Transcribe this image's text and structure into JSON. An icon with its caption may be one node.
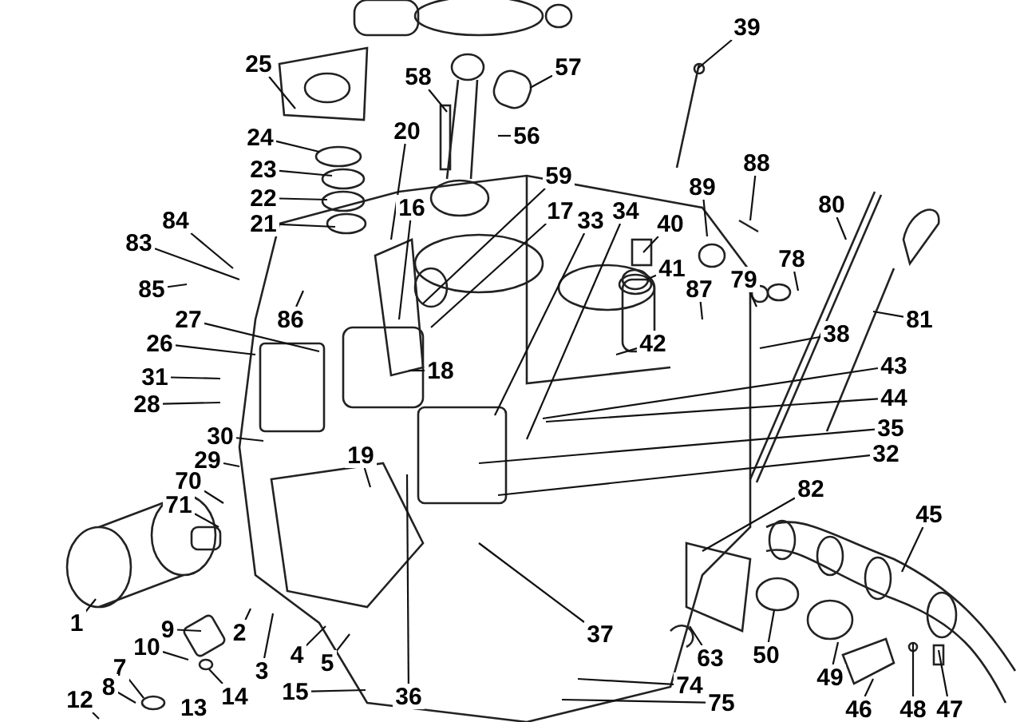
{
  "diagram": {
    "nodes": [
      {
        "text": [
          "39"
        ]
      },
      {
        "text": [
          "25"
        ]
      },
      {
        "text": [
          "57"
        ]
      },
      {
        "text": [
          "58"
        ]
      },
      {
        "text": [
          "20"
        ]
      },
      {
        "text": [
          "56"
        ]
      },
      {
        "text": [
          "24"
        ]
      },
      {
        "text": [
          "88"
        ]
      },
      {
        "text": [
          "23"
        ]
      },
      {
        "text": [
          "59"
        ]
      },
      {
        "text": [
          "89"
        ]
      },
      {
        "text": [
          "22"
        ]
      },
      {
        "text": [
          "80"
        ]
      },
      {
        "text": [
          "16"
        ]
      },
      {
        "text": [
          "17"
        ]
      },
      {
        "text": [
          "34"
        ]
      },
      {
        "text": [
          "84"
        ]
      },
      {
        "text": [
          "33"
        ]
      },
      {
        "text": [
          "21"
        ]
      },
      {
        "text": [
          "40"
        ]
      },
      {
        "text": [
          "83"
        ]
      },
      {
        "text": [
          "78"
        ]
      },
      {
        "text": [
          "41"
        ]
      },
      {
        "text": [
          "79"
        ]
      },
      {
        "text": [
          "85"
        ]
      },
      {
        "text": [
          "87"
        ]
      },
      {
        "text": [
          "86"
        ]
      },
      {
        "text": [
          "27"
        ]
      },
      {
        "text": [
          "81"
        ]
      },
      {
        "text": [
          "38"
        ]
      },
      {
        "text": [
          "42"
        ]
      },
      {
        "text": [
          "26"
        ]
      },
      {
        "text": [
          "43"
        ]
      },
      {
        "text": [
          "18"
        ]
      },
      {
        "text": [
          "31"
        ]
      },
      {
        "text": [
          "44"
        ]
      },
      {
        "text": [
          "28"
        ]
      },
      {
        "text": [
          "35"
        ]
      },
      {
        "text": [
          "30"
        ]
      },
      {
        "text": [
          "32"
        ]
      },
      {
        "text": [
          "19"
        ]
      },
      {
        "text": [
          "29"
        ]
      },
      {
        "text": [
          "70"
        ]
      },
      {
        "text": [
          "82"
        ]
      },
      {
        "text": [
          "71"
        ]
      },
      {
        "text": [
          "45"
        ]
      },
      {
        "text": [
          "1"
        ]
      },
      {
        "text": [
          "9"
        ]
      },
      {
        "text": [
          "37"
        ]
      },
      {
        "text": [
          "2"
        ]
      },
      {
        "text": [
          "10"
        ]
      },
      {
        "text": [
          "4"
        ]
      },
      {
        "text": [
          "50"
        ]
      },
      {
        "text": [
          "63"
        ]
      },
      {
        "text": [
          "5"
        ]
      },
      {
        "text": [
          "3"
        ]
      },
      {
        "text": [
          "7"
        ]
      },
      {
        "text": [
          "49"
        ]
      },
      {
        "text": [
          "74"
        ]
      },
      {
        "text": [
          "8"
        ]
      },
      {
        "text": [
          "15"
        ]
      },
      {
        "text": [
          "14"
        ]
      },
      {
        "text": [
          "36"
        ]
      },
      {
        "text": [
          "12"
        ]
      },
      {
        "text": [
          "75"
        ]
      },
      {
        "text": [
          "46"
        ]
      },
      {
        "text": [
          "48"
        ]
      },
      {
        "text": [
          "47"
        ]
      }
    ],
    "edges": [
      {
        "from": 0,
        "to": null,
        "arrow": "none"
      },
      {
        "from": 1,
        "to": null,
        "arrow": "none"
      },
      {
        "from": 2,
        "to": null,
        "arrow": "none"
      },
      {
        "from": 3,
        "to": null,
        "arrow": "none"
      },
      {
        "from": 4,
        "to": null,
        "arrow": "none"
      },
      {
        "from": 5,
        "to": null,
        "arrow": "none"
      },
      {
        "from": 6,
        "to": null,
        "arrow": "none"
      },
      {
        "from": 7,
        "to": null,
        "arrow": "none"
      },
      {
        "from": 8,
        "to": null,
        "arrow": "none"
      },
      {
        "from": 9,
        "to": null,
        "arrow": "none"
      },
      {
        "from": 10,
        "to": null,
        "arrow": "none"
      },
      {
        "from": 11,
        "to": null,
        "arrow": "none"
      },
      {
        "from": 12,
        "to": null,
        "arrow": "none"
      },
      {
        "from": 13,
        "to": null,
        "arrow": "none"
      },
      {
        "from": 14,
        "to": null,
        "arrow": "none"
      },
      {
        "from": 15,
        "to": null,
        "arrow": "none"
      },
      {
        "from": 16,
        "to": null,
        "arrow": "none"
      },
      {
        "from": 17,
        "to": null,
        "arrow": "none"
      },
      {
        "from": 18,
        "to": null,
        "arrow": "none"
      },
      {
        "from": 19,
        "to": null,
        "arrow": "none"
      },
      {
        "from": 20,
        "to": null,
        "arrow": "none"
      },
      {
        "from": 21,
        "to": null,
        "arrow": "none"
      },
      {
        "from": 22,
        "to": null,
        "arrow": "none"
      },
      {
        "from": 23,
        "to": null,
        "arrow": "none"
      },
      {
        "from": 24,
        "to": null,
        "arrow": "none"
      },
      {
        "from": 25,
        "to": null,
        "arrow": "none"
      },
      {
        "from": 26,
        "to": null,
        "arrow": "none"
      },
      {
        "from": 27,
        "to": null,
        "arrow": "none"
      },
      {
        "from": 28,
        "to": null,
        "arrow": "none"
      },
      {
        "from": 29,
        "to": null,
        "arrow": "none"
      },
      {
        "from": 30,
        "to": null,
        "arrow": "none"
      },
      {
        "from": 31,
        "to": null,
        "arrow": "none"
      },
      {
        "from": 32,
        "to": null,
        "arrow": "none"
      },
      {
        "from": 33,
        "to": null,
        "arrow": "none"
      },
      {
        "from": 34,
        "to": null,
        "arrow": "none"
      },
      {
        "from": 35,
        "to": null,
        "arrow": "none"
      },
      {
        "from": 36,
        "to": null,
        "arrow": "none"
      },
      {
        "from": 37,
        "to": null,
        "arrow": "none"
      },
      {
        "from": 38,
        "to": null,
        "arrow": "none"
      },
      {
        "from": 39,
        "to": null,
        "arrow": "none"
      },
      {
        "from": 40,
        "to": null,
        "arrow": "none"
      },
      {
        "from": 41,
        "to": null,
        "arrow": "none"
      },
      {
        "from": 42,
        "to": null,
        "arrow": "none"
      },
      {
        "from": 43,
        "to": null,
        "arrow": "none"
      },
      {
        "from": 44,
        "to": null,
        "arrow": "none"
      },
      {
        "from": 45,
        "to": null,
        "arrow": "none"
      },
      {
        "from": 46,
        "to": null,
        "arrow": "none"
      },
      {
        "from": 47,
        "to": null,
        "arrow": "none"
      },
      {
        "from": 48,
        "to": null,
        "arrow": "none"
      },
      {
        "from": 49,
        "to": null,
        "arrow": "none"
      },
      {
        "from": 50,
        "to": null,
        "arrow": "none"
      },
      {
        "from": 51,
        "to": null,
        "arrow": "none"
      },
      {
        "from": 52,
        "to": null,
        "arrow": "none"
      },
      {
        "from": 53,
        "to": null,
        "arrow": "none"
      },
      {
        "from": 54,
        "to": null,
        "arrow": "none"
      },
      {
        "from": 55,
        "to": null,
        "arrow": "none"
      },
      {
        "from": 56,
        "to": null,
        "arrow": "none"
      },
      {
        "from": 57,
        "to": null,
        "arrow": "none"
      },
      {
        "from": 58,
        "to": null,
        "arrow": "none"
      },
      {
        "from": 59,
        "to": null,
        "arrow": "none"
      },
      {
        "from": 60,
        "to": null,
        "arrow": "none"
      },
      {
        "from": 61,
        "to": null,
        "arrow": "none"
      },
      {
        "from": 62,
        "to": null,
        "arrow": "none"
      },
      {
        "from": 63,
        "to": null,
        "arrow": "none"
      },
      {
        "from": 64,
        "to": null,
        "arrow": "none"
      },
      {
        "from": 65,
        "to": null,
        "arrow": "none"
      },
      {
        "from": 66,
        "to": null,
        "arrow": "none"
      },
      {
        "from": 67,
        "to": null,
        "arrow": "none"
      }
    ],
    "labels": [
      "13"
    ]
  }
}
